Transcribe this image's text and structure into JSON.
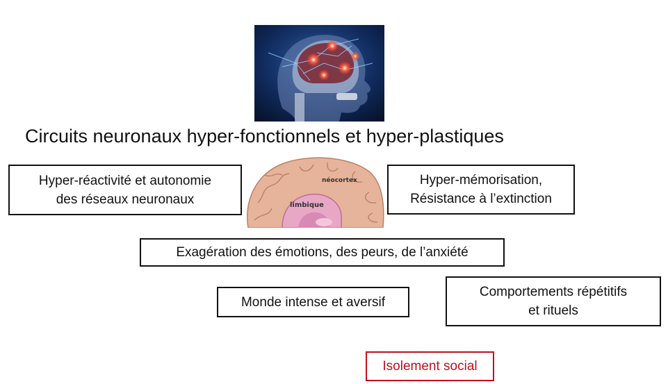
{
  "title": "Circuits neuronaux hyper-fonctionnels et hyper-plastiques",
  "boxes": {
    "reactivity": [
      "Hyper-réactivité et autonomie",
      "des réseaux neuronaux"
    ],
    "memorization": [
      "Hyper-mémorisation,",
      "Résistance à l’extinction"
    ],
    "emotions": "Exagération des émotions, des peurs, de l’anxiété",
    "world": "Monde intense et aversif",
    "behaviors": [
      "Comportements répétitifs",
      "et rituels"
    ],
    "isolation": "Isolement social"
  },
  "brain_labels": {
    "neocortex": "néocortex",
    "limbic": "limbique"
  },
  "colors": {
    "box_border": "#111111",
    "isolation_border": "#c0101a",
    "isolation_text": "#c0101a"
  }
}
